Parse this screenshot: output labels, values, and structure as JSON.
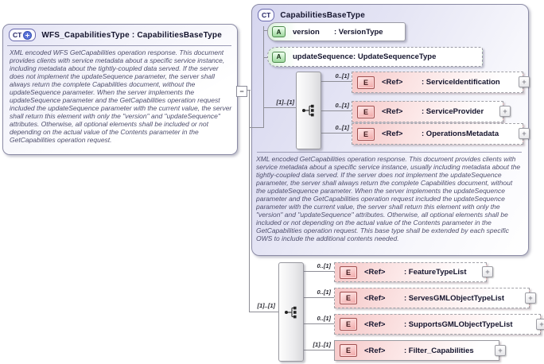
{
  "left_box": {
    "badge": "CT",
    "title": "WFS_CapabilitiesType : CapabilitiesBaseType",
    "doc": "XML encoded WFS GetCapabilities operation response. This document provides clients with service metadata about a specific service instance, including metadata about the tightly-coupled data served. If the server does not implement the updateSequence parameter, the server shall always return the complete Capabilities document, without the updateSequence parameter. When the server implements the updateSequence parameter and the GetCapabilities operation request included the updateSequence parameter with the current value, the server shall return this element with only the \"version\" and \"updateSequence\" attributes. Otherwise, all optional elements shall be included or not depending on the actual value of the Contents parameter in the GetCapabilities operation request."
  },
  "base_box": {
    "badge": "CT",
    "title": "CapabilitiesBaseType",
    "attributes": [
      {
        "badge": "A",
        "name": "version",
        "type": ": VersionType"
      },
      {
        "badge": "A",
        "name": "updateSequence",
        "type": ": UpdateSequenceType"
      }
    ],
    "sequence_cardinality": "[1]..[1]",
    "elements": [
      {
        "badge": "E",
        "ref": "<Ref>",
        "type": ": ServiceIdentification",
        "cardinality": "0..[1]"
      },
      {
        "badge": "E",
        "ref": "<Ref>",
        "type": ": ServiceProvider",
        "cardinality": "0..[1]"
      },
      {
        "badge": "E",
        "ref": "<Ref>",
        "type": ": OperationsMetadata",
        "cardinality": "0..[1]"
      }
    ],
    "doc": "XML encoded GetCapabilities operation response. This document provides clients with service metadata about a specific service instance, usually including metadata about the tightly-coupled data served. If the server does not implement the updateSequence parameter, the server shall always return the complete Capabilities document, without the updateSequence parameter. When the server implements the updateSequence parameter and the GetCapabilities operation request included the updateSequence parameter with the current value, the server shall return this element with only the \"version\" and \"updateSequence\" attributes. Otherwise, all optional elements shall be included or not depending on the actual value of the Contents parameter in the GetCapabilities operation request. This base type shall be extended by each specific OWS to include the additional contents needed."
  },
  "own_sequence": {
    "cardinality": "[1]..[1]",
    "elements": [
      {
        "badge": "E",
        "ref": "<Ref>",
        "type": ": FeatureTypeList",
        "cardinality": "0..[1]"
      },
      {
        "badge": "E",
        "ref": "<Ref>",
        "type": ": ServesGMLObjectTypeList",
        "cardinality": "0..[1]"
      },
      {
        "badge": "E",
        "ref": "<Ref>",
        "type": ": SupportsGMLObjectTypeList",
        "cardinality": "0..[1]"
      },
      {
        "badge": "E",
        "ref": "<Ref>",
        "type": ": Filter_Capabilities",
        "cardinality": "[1]..[1]"
      }
    ]
  },
  "symbols": {
    "expand": "+",
    "collapse": "−"
  }
}
